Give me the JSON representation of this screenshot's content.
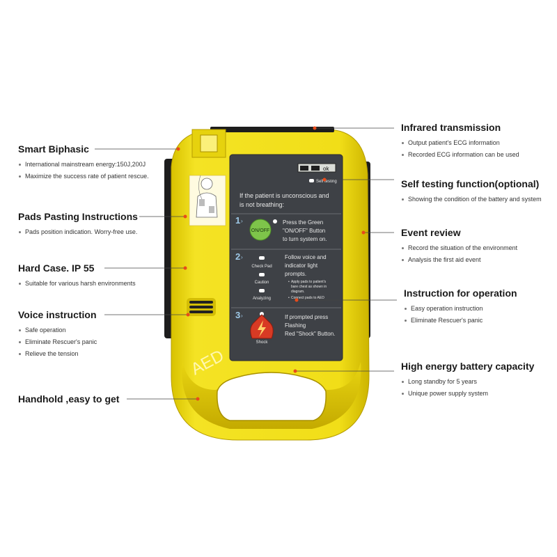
{
  "features_left": [
    {
      "id": "smart-biphasic",
      "title": "Smart Biphasic",
      "bullets": [
        "International mainstream energy:150J,200J",
        "Maximize the success rate of patient rescue."
      ]
    },
    {
      "id": "pads-pasting-instructions",
      "title": "Pads Pasting Instructions",
      "bullets": [
        "Pads position indication. Worry-free use."
      ]
    },
    {
      "id": "hard-case",
      "title": "Hard Case. IP 55",
      "bullets": [
        "Suitable for various harsh environments"
      ]
    },
    {
      "id": "voice-instruction",
      "title": "Voice  instruction",
      "bullets": [
        "Safe operation",
        "Eliminate  Rescuer's panic",
        "Relieve the tension"
      ]
    },
    {
      "id": "handhold",
      "title": "Handhold ,easy to get",
      "bullets": []
    }
  ],
  "features_right": [
    {
      "id": "infrared-transmission",
      "title": "Infrared transmission",
      "bullets": [
        "Output patient's ECG information",
        "Recorded  ECG information can be used"
      ]
    },
    {
      "id": "self-testing-function",
      "title": "Self testing function(optional)",
      "bullets": [
        "Showing the condition of the battery and system"
      ]
    },
    {
      "id": "event-review",
      "title": "Event review",
      "bullets": [
        "Record the situation of the environment",
        "Analysis the first aid event"
      ]
    },
    {
      "id": "instruction-for-operation",
      "title": "Instruction for operation",
      "bullets": [
        "Easy operation instruction",
        "Eliminate  Rescuer's  panic"
      ]
    },
    {
      "id": "high-energy-battery",
      "title": "High energy battery capacity",
      "bullets": [
        "Long standby for 5 years",
        "Unique power supply system"
      ]
    }
  ],
  "device": {
    "display_ok": "ok",
    "self_testing": "Self testing",
    "intro_text": [
      "If the patient is unconscious and",
      "is not breathing:"
    ],
    "step1": {
      "number": "1",
      "button": "ON/OFF",
      "text": [
        "Press the Green",
        "\"ON/OFF\" Button",
        "to turn system on."
      ]
    },
    "step2": {
      "number": "2",
      "indicators": [
        "Check Pad",
        "Caution",
        "Analyzing"
      ],
      "text": [
        "Follow voice and",
        "indicator light",
        "prompts."
      ],
      "subtext": [
        "Apply pads to patient's",
        "bare  chest as shown in",
        "diagram.",
        "Connect pads to AED"
      ]
    },
    "step3": {
      "number": "3",
      "button": "Shock",
      "text": [
        "If prompted press",
        "Flashing",
        "Red \"Shock\" Button."
      ]
    },
    "brand": "AED"
  },
  "colors": {
    "case": "#f2e01a",
    "case_shadow": "#c9b100",
    "panel": "#3e4146",
    "accent_red": "#e8402a",
    "callout_dot": "#e84b1a",
    "on_button": "#7ec44a"
  }
}
